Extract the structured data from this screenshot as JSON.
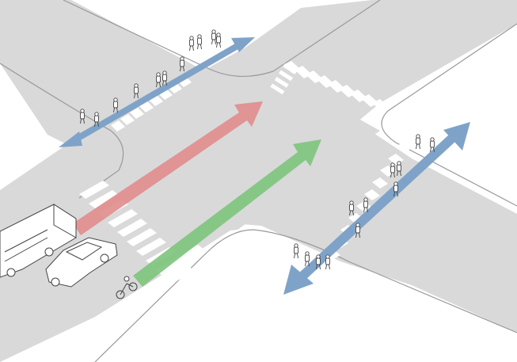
{
  "scene": {
    "description_labels": [],
    "colors": {
      "background": "#ffffff",
      "road": "#d9d9d9",
      "road_edge": "#9a9a9a",
      "crosswalk_stripe": "#ffffff",
      "pedestrian_arrow": "#7fa3c8",
      "vehicle_arrow_red": "#e08c8c",
      "vehicle_arrow_green": "#7cc47c",
      "figure_fill": "#ffffff",
      "figure_stroke": "#444444"
    },
    "elements": {
      "arrows": [
        {
          "name": "pedestrian-arrow-upper-left",
          "color_key": "pedestrian_arrow"
        },
        {
          "name": "pedestrian-arrow-lower-right",
          "color_key": "pedestrian_arrow"
        },
        {
          "name": "vehicle-arrow-red",
          "color_key": "vehicle_arrow_red"
        },
        {
          "name": "vehicle-arrow-green",
          "color_key": "vehicle_arrow_green"
        }
      ],
      "vehicles": [
        "bus",
        "car",
        "bicycle"
      ],
      "icons": [
        "pedestrian-icon",
        "bus-icon",
        "car-icon",
        "bicycle-icon"
      ]
    }
  }
}
